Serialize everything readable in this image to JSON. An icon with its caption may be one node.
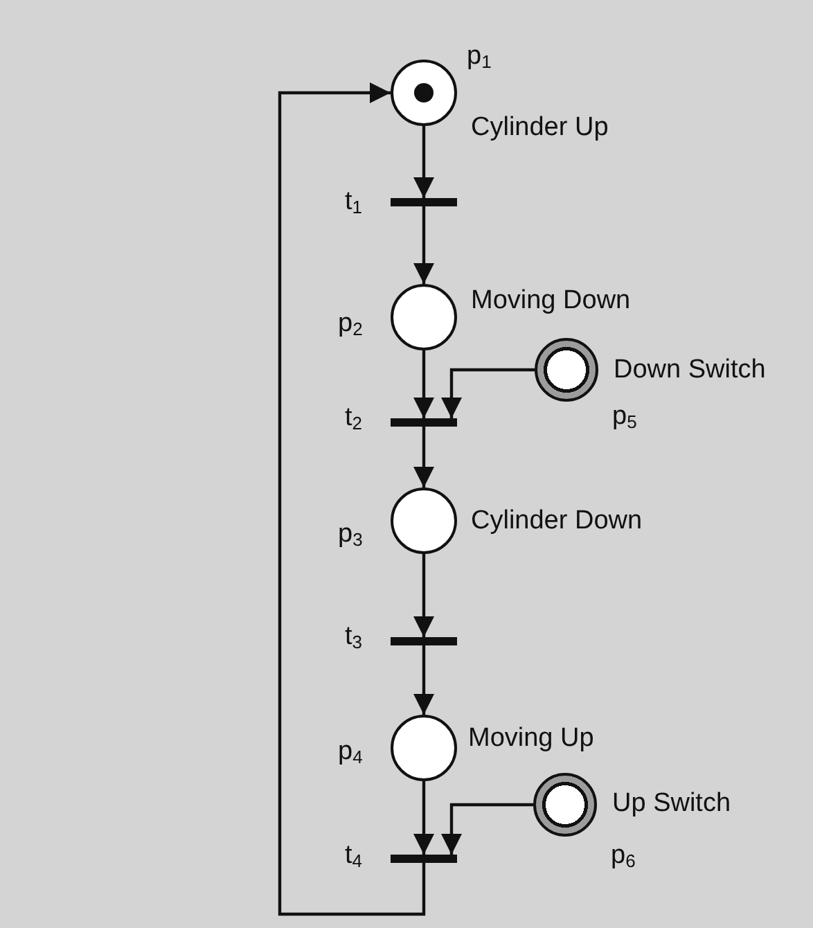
{
  "diagram": {
    "nodes": [
      {
        "text": [],
        "shape": "circle",
        "beside": [
          "p$_{1}$",
          "Cylinder Up"
        ]
      },
      {
        "text": [],
        "shape": "bar",
        "beside": [
          "t$_{1}$"
        ]
      },
      {
        "text": [],
        "shape": "circle",
        "beside": [
          "p$_{2}$",
          "Moving Down"
        ]
      },
      {
        "text": [],
        "shape": "bar",
        "beside": [
          "t$_{2}$"
        ]
      },
      {
        "text": [],
        "shape": "double-circle",
        "beside": [
          "Down Switch",
          "p$_{5}$"
        ]
      },
      {
        "text": [],
        "shape": "circle",
        "beside": [
          "p$_{3}$",
          "Cylinder Down"
        ]
      },
      {
        "text": [],
        "shape": "bar",
        "beside": [
          "t$_{3}$"
        ]
      },
      {
        "text": [],
        "shape": "circle",
        "beside": [
          "p$_{4}$",
          "Moving Up"
        ]
      },
      {
        "text": [],
        "shape": "bar",
        "beside": [
          "t$_{4}$"
        ]
      },
      {
        "text": [],
        "shape": "double-circle",
        "beside": [
          "Up Switch",
          "p$_{6}$"
        ]
      },
      {
        "text": [],
        "shape": "dot",
        "in": 0
      }
    ],
    "edges": [
      {
        "from": 0,
        "to": 1,
        "arrow": "to"
      },
      {
        "from": 1,
        "to": 2,
        "arrow": "to"
      },
      {
        "from": 2,
        "to": 3,
        "arrow": "to"
      },
      {
        "from": 4,
        "to": 3,
        "arrow": "to"
      },
      {
        "from": 3,
        "to": 5,
        "arrow": "to"
      },
      {
        "from": 5,
        "to": 6,
        "arrow": "to"
      },
      {
        "from": 6,
        "to": 7,
        "arrow": "to"
      },
      {
        "from": 7,
        "to": 8,
        "arrow": "to"
      },
      {
        "from": 9,
        "to": 8,
        "arrow": "to"
      },
      {
        "from": 8,
        "to": 0,
        "arrow": "to"
      }
    ]
  }
}
